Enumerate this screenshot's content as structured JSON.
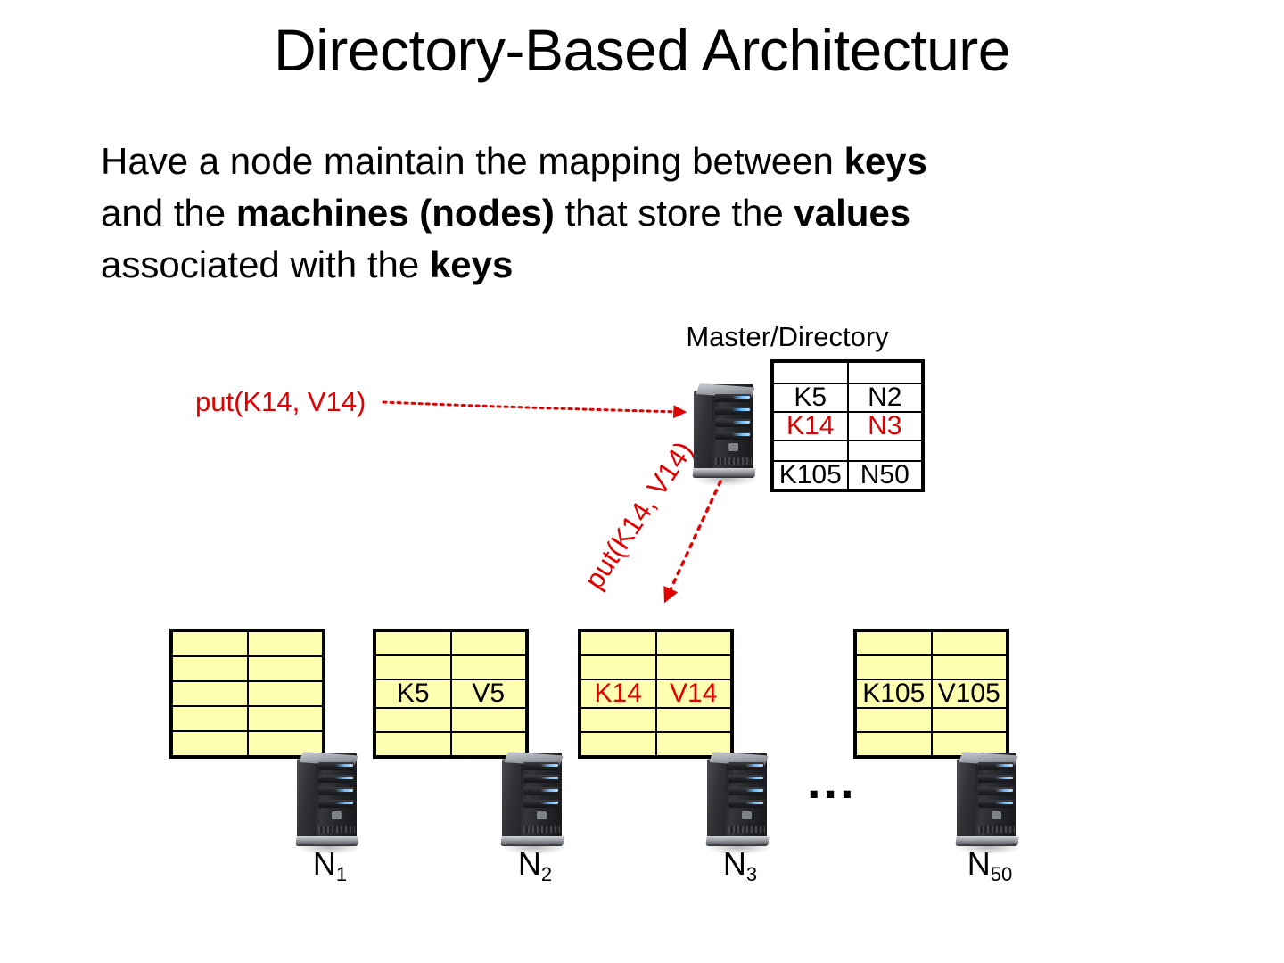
{
  "slide": {
    "title": "Directory-Based Architecture",
    "body": {
      "line1_a": "Have a node maintain the mapping between ",
      "line1_b": "keys",
      "line2_a": "and the ",
      "line2_b": "machines (nodes)",
      "line2_c": " that store the ",
      "line2_d": "values",
      "line3_a": "associated with the ",
      "line3_b": "keys"
    }
  },
  "master": {
    "label": "Master/Directory",
    "rows": [
      {
        "key": "",
        "node": "",
        "color": "#000000"
      },
      {
        "key": "K5",
        "node": "N2",
        "color": "#000000"
      },
      {
        "key": "K14",
        "node": "N3",
        "color": "#e00000"
      },
      {
        "key": "",
        "node": "",
        "color": "#000000"
      },
      {
        "key": "K105",
        "node": "N50",
        "color": "#000000"
      }
    ]
  },
  "annotations": {
    "put_horizontal": "put(K14, V14)",
    "put_diagonal": "put(K14, V14)",
    "arrow_color": "#e00000",
    "ellipsis": "..."
  },
  "nodes": [
    {
      "caption_base": "N",
      "caption_sub": "1",
      "rows": [
        {
          "key": "",
          "value": "",
          "color": "#000000"
        },
        {
          "key": "",
          "value": "",
          "color": "#000000"
        },
        {
          "key": "",
          "value": "",
          "color": "#000000"
        },
        {
          "key": "",
          "value": "",
          "color": "#000000"
        },
        {
          "key": "",
          "value": "",
          "color": "#000000"
        }
      ]
    },
    {
      "caption_base": "N",
      "caption_sub": "2",
      "rows": [
        {
          "key": "",
          "value": "",
          "color": "#000000"
        },
        {
          "key": "",
          "value": "",
          "color": "#000000"
        },
        {
          "key": "K5",
          "value": "V5",
          "color": "#000000"
        },
        {
          "key": "",
          "value": "",
          "color": "#000000"
        },
        {
          "key": "",
          "value": "",
          "color": "#000000"
        }
      ]
    },
    {
      "caption_base": "N",
      "caption_sub": "3",
      "rows": [
        {
          "key": "",
          "value": "",
          "color": "#000000"
        },
        {
          "key": "",
          "value": "",
          "color": "#000000"
        },
        {
          "key": "K14",
          "value": "V14",
          "color": "#e00000"
        },
        {
          "key": "",
          "value": "",
          "color": "#000000"
        },
        {
          "key": "",
          "value": "",
          "color": "#000000"
        }
      ]
    },
    {
      "caption_base": "N",
      "caption_sub": "50",
      "rows": [
        {
          "key": "",
          "value": "",
          "color": "#000000"
        },
        {
          "key": "",
          "value": "",
          "color": "#000000"
        },
        {
          "key": "K105",
          "value": "V105",
          "color": "#000000"
        },
        {
          "key": "",
          "value": "",
          "color": "#000000"
        },
        {
          "key": "",
          "value": "",
          "color": "#000000"
        }
      ]
    }
  ],
  "colors": {
    "table_fill": "#ffffb0",
    "master_fill": "#ffffff",
    "border": "#000000",
    "accent_red": "#e00000",
    "text": "#000000"
  }
}
